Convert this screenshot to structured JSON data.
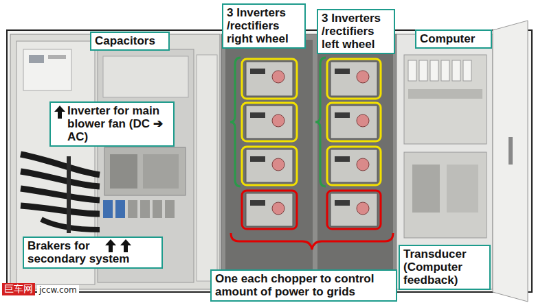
{
  "diagram": {
    "nodes": [
      {
        "text": [
          "3 Inverters /rectifiers right wheel"
        ]
      },
      {
        "text": [
          "3 Inverters /rectifiers left wheel"
        ]
      },
      {
        "text": [
          "Capacitors"
        ]
      },
      {
        "text": [
          "Computer"
        ]
      },
      {
        "text": [
          "Inverter for main blower fan (DC ➔ AC)"
        ]
      },
      {
        "text": [
          "Brakers for secondary system"
        ]
      },
      {
        "text": [
          "Transducer (Computer feedback)"
        ]
      },
      {
        "text": [
          "One each chopper to control amount of power to grids"
        ]
      }
    ],
    "labels": [
      "巨车网",
      "jccw.com"
    ]
  }
}
